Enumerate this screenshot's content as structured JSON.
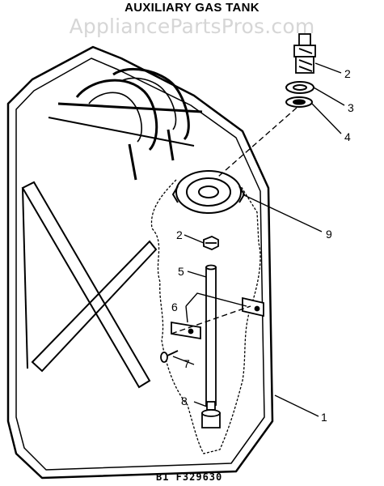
{
  "title": "AUXILIARY GAS TANK",
  "watermark": "AppliancePartsPros.com",
  "figure_number": "B1 F329630",
  "callouts": {
    "c1": "1",
    "c2_top": "2",
    "c2_inner": "2",
    "c3": "3",
    "c4": "4",
    "c5": "5",
    "c6": "6",
    "c7": "7",
    "c8": "8",
    "c9": "9"
  }
}
